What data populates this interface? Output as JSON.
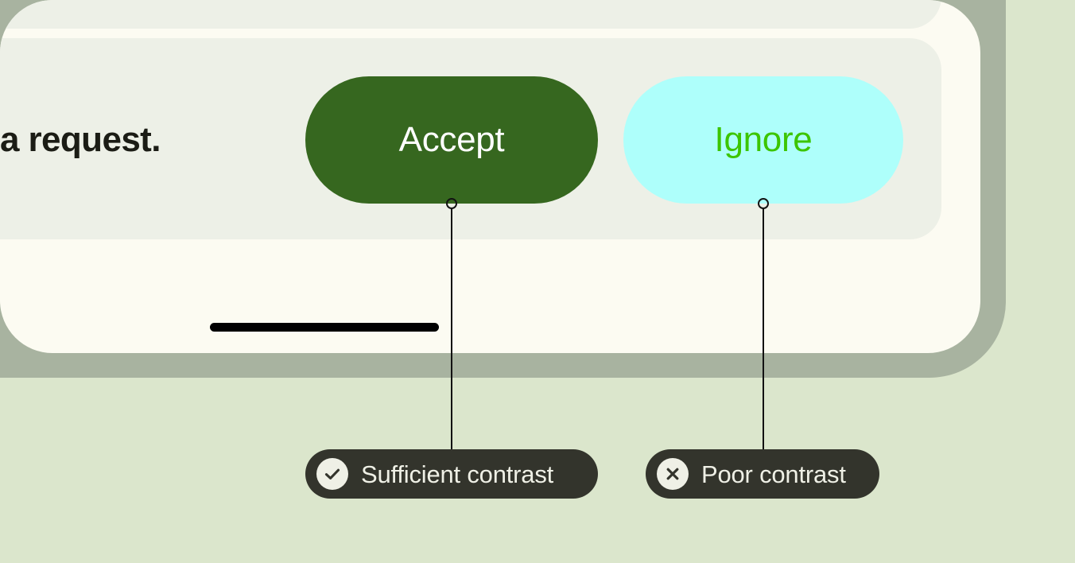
{
  "colors": {
    "page_background": "#dbe6cc",
    "device_bezel": "#a8b3a0",
    "device_screen": "#fcfbf2",
    "card_background": "#edf0e7",
    "message_text": "#1b1c15",
    "accept_button_bg": "#36671f",
    "accept_button_text": "#ffffff",
    "ignore_button_bg": "#aefffb",
    "ignore_button_text": "#3cc500",
    "callout_pill_bg": "#33342c",
    "callout_pill_text": "#eff0e6",
    "callout_line": "#121212",
    "home_indicator": "#000000"
  },
  "device": {
    "screen": {
      "cards": [
        {
          "name": "card-top"
        },
        {
          "name": "card-main"
        }
      ],
      "message": {
        "text": "a request."
      },
      "actions": [
        {
          "id": "accept",
          "label": "Accept",
          "contrast": "sufficient"
        },
        {
          "id": "ignore",
          "label": "Ignore",
          "contrast": "poor"
        }
      ],
      "home_indicator": {
        "name": "home-indicator"
      }
    }
  },
  "annotations": [
    {
      "id": "sufficient",
      "label": "Sufficient contrast",
      "icon": "check-circle-icon",
      "target": "accept"
    },
    {
      "id": "poor",
      "label": "Poor contrast",
      "icon": "x-circle-icon",
      "target": "ignore"
    }
  ]
}
